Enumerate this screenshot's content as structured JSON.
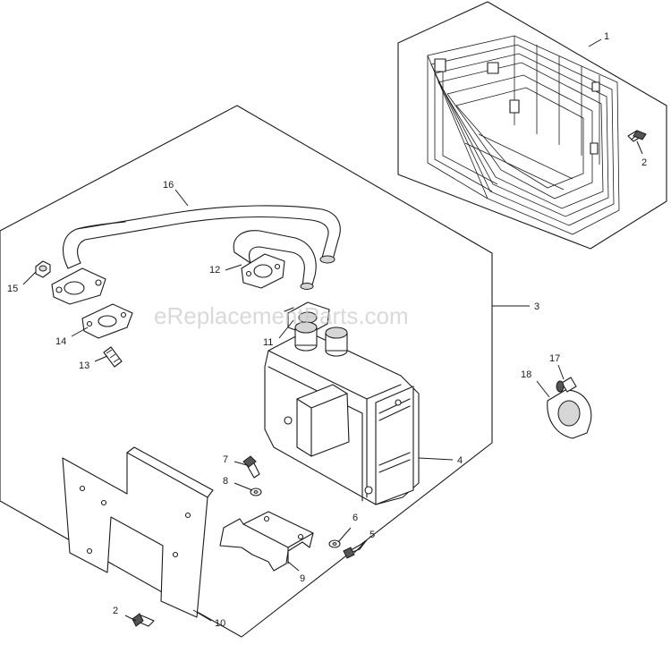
{
  "watermark": "eReplacementParts.com",
  "callouts": {
    "c1": "1",
    "c2a": "2",
    "c3": "3",
    "c4": "4",
    "c5": "5",
    "c6": "6",
    "c7": "7",
    "c8": "8",
    "c9": "9",
    "c10": "10",
    "c11": "11",
    "c12": "12",
    "c13": "13",
    "c14": "14",
    "c15": "15",
    "c16": "16",
    "c17": "17",
    "c18": "18",
    "c2b": "2"
  }
}
